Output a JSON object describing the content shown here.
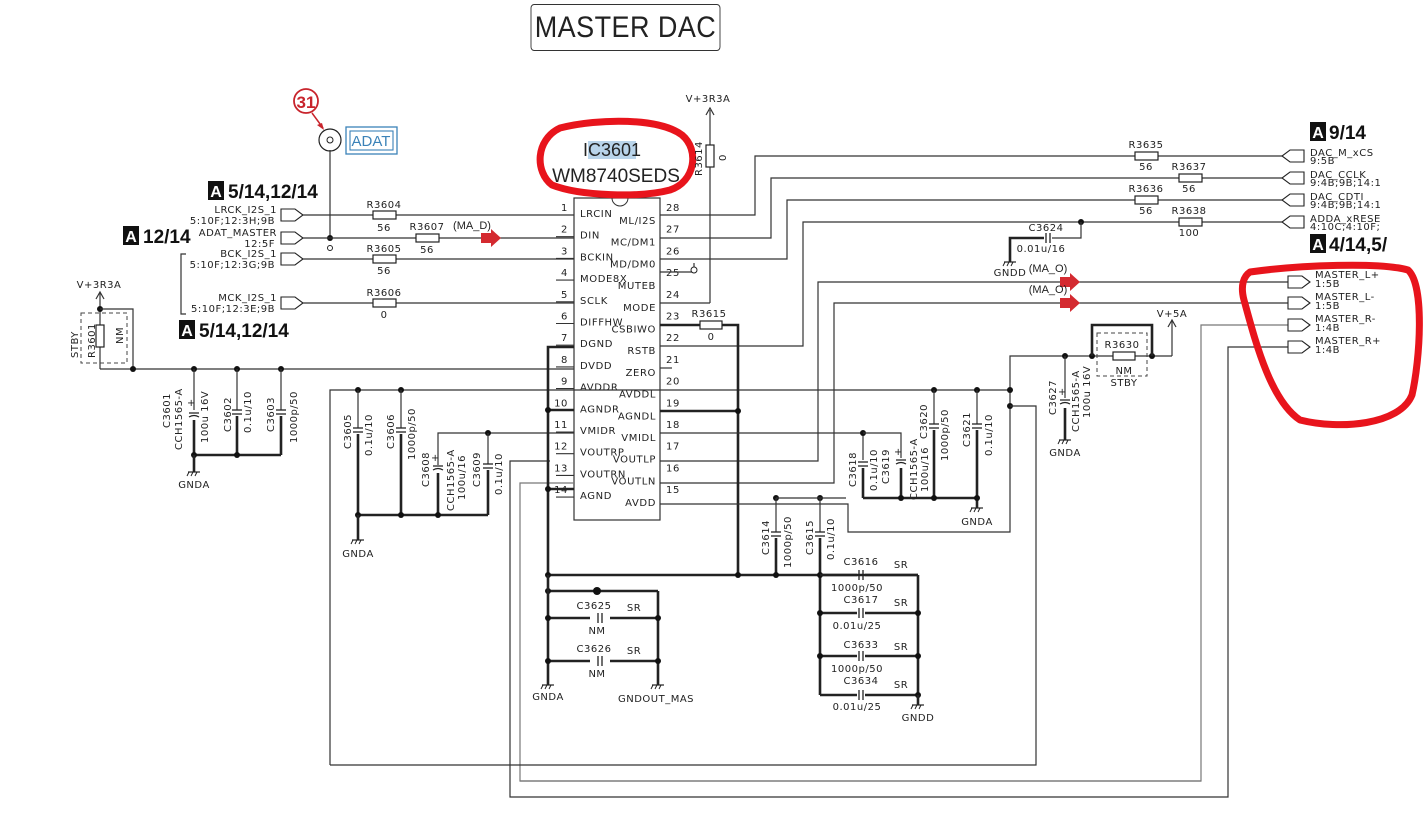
{
  "title": "MASTER DAC",
  "ic": {
    "ref": "IC3601",
    "part": "WM8740SEDS",
    "left_pins": [
      {
        "num": "1",
        "name": "LRCIN"
      },
      {
        "num": "2",
        "name": "DIN"
      },
      {
        "num": "3",
        "name": "BCKIN"
      },
      {
        "num": "4",
        "name": "MODE8X"
      },
      {
        "num": "5",
        "name": "SCLK"
      },
      {
        "num": "6",
        "name": "DIFFHW"
      },
      {
        "num": "7",
        "name": "DGND"
      },
      {
        "num": "8",
        "name": "DVDD"
      },
      {
        "num": "9",
        "name": "AVDDR"
      },
      {
        "num": "10",
        "name": "AGNDR"
      },
      {
        "num": "11",
        "name": "VMIDR"
      },
      {
        "num": "12",
        "name": "VOUTRP"
      },
      {
        "num": "13",
        "name": "VOUTRN"
      },
      {
        "num": "14",
        "name": "AGND"
      }
    ],
    "right_pins": [
      {
        "num": "28",
        "name": "ML/I2S"
      },
      {
        "num": "27",
        "name": "MC/DM1"
      },
      {
        "num": "26",
        "name": "MD/DM0"
      },
      {
        "num": "25",
        "name": "MUTEB"
      },
      {
        "num": "24",
        "name": "MODE"
      },
      {
        "num": "23",
        "name": "CSBIWO"
      },
      {
        "num": "22",
        "name": "RSTB"
      },
      {
        "num": "21",
        "name": "ZERO"
      },
      {
        "num": "20",
        "name": "AVDDL"
      },
      {
        "num": "19",
        "name": "AGNDL"
      },
      {
        "num": "18",
        "name": "VMIDL"
      },
      {
        "num": "17",
        "name": "VOUTLP"
      },
      {
        "num": "16",
        "name": "VOUTLN"
      },
      {
        "num": "15",
        "name": "AVDD"
      }
    ]
  },
  "annotation": {
    "callout_number": "31",
    "adat_label": "ADAT"
  },
  "sheet_refs": {
    "left_top": "5/14,12/14",
    "left_mid": "12/14",
    "left_bottom": "5/14,12/14",
    "right_top": "9/14",
    "right_mid": "4/14,5/",
    "marker": "A"
  },
  "left_ports": [
    {
      "name": "LRCK_I2S_1",
      "ref": "5:10F;12:3H;9B"
    },
    {
      "name": "ADAT_MASTER",
      "ref": "12:5F"
    },
    {
      "name": "BCK_I2S_1",
      "ref": "5:10F;12:3G;9B"
    },
    {
      "name": "MCK_I2S_1",
      "ref": "5:10F;12:3E;9B"
    }
  ],
  "right_ports": [
    {
      "name": "DAC_M_xCS",
      "ref": "9:5B"
    },
    {
      "name": "DAC_CCLK",
      "ref": "9:4B;9B;14:1"
    },
    {
      "name": "DAC_CDTI",
      "ref": "9:4B;9B;14:1"
    },
    {
      "name": "ADDA_xRESE",
      "ref": "4:10C;4:10F;"
    }
  ],
  "output_ports": [
    {
      "name": "MASTER_L+",
      "ref": "1:5B"
    },
    {
      "name": "MASTER_L-",
      "ref": "1:5B"
    },
    {
      "name": "MASTER_R-",
      "ref": "1:4B"
    },
    {
      "name": "MASTER_R+",
      "ref": "1:4B"
    }
  ],
  "signal_tags": {
    "ma_d": "(MA_D)",
    "ma_o1": "(MA_O)",
    "ma_o2": "(MA_O)"
  },
  "resistors": {
    "R3604": {
      "ref": "R3604",
      "value": "56"
    },
    "R3605": {
      "ref": "R3605",
      "value": "56"
    },
    "R3606": {
      "ref": "R3606",
      "value": "0"
    },
    "R3607": {
      "ref": "R3607",
      "value": "56"
    },
    "R3614": {
      "ref": "R3614",
      "value": "0"
    },
    "R3615": {
      "ref": "R3615",
      "value": "0"
    },
    "R3635": {
      "ref": "R3635",
      "value": "56"
    },
    "R3636": {
      "ref": "R3636",
      "value": "56"
    },
    "R3637": {
      "ref": "R3637",
      "value": "56"
    },
    "R3638": {
      "ref": "R3638",
      "value": "100"
    },
    "R3601": {
      "ref": "R3601",
      "value": "NM",
      "note": "STBY"
    },
    "R3630": {
      "ref": "R3630",
      "value": "NM",
      "note": "STBY"
    }
  },
  "capacitors": {
    "C3601": {
      "ref": "C3601",
      "part": "CCH1565-A",
      "value": "100u 16V"
    },
    "C3602": {
      "ref": "C3602",
      "value": "0.1u/10"
    },
    "C3603": {
      "ref": "C3603",
      "value": "1000p/50"
    },
    "C3605": {
      "ref": "C3605",
      "value": "0.1u/10"
    },
    "C3606": {
      "ref": "C3606",
      "value": "1000p/50"
    },
    "C3608": {
      "ref": "C3608",
      "part": "CCH1565-A",
      "value": "100u/16"
    },
    "C3609": {
      "ref": "C3609",
      "value": "0.1u/10"
    },
    "C3614": {
      "ref": "C3614",
      "value": "1000p/50"
    },
    "C3615": {
      "ref": "C3615",
      "value": "0.1u/10"
    },
    "C3616": {
      "ref": "C3616",
      "value": "1000p/50",
      "note": "SR"
    },
    "C3617": {
      "ref": "C3617",
      "value": "0.01u/25",
      "note": "SR"
    },
    "C3618": {
      "ref": "C3618",
      "value": "0.1u/10"
    },
    "C3619": {
      "ref": "C3619",
      "part": "CCH1565-A",
      "value": "100u/16"
    },
    "C3620": {
      "ref": "C3620",
      "value": "1000p/50"
    },
    "C3621": {
      "ref": "C3621",
      "value": "0.1u/10"
    },
    "C3624": {
      "ref": "C3624",
      "value": "0.01u/16"
    },
    "C3625": {
      "ref": "C3625",
      "value": "NM",
      "note": "SR"
    },
    "C3626": {
      "ref": "C3626",
      "value": "NM",
      "note": "SR"
    },
    "C3627": {
      "ref": "C3627",
      "part": "CCH1565-A",
      "value": "100u 16V"
    },
    "C3633": {
      "ref": "C3633",
      "value": "1000p/50",
      "note": "SR"
    },
    "C3634": {
      "ref": "C3634",
      "value": "0.01u/25",
      "note": "SR"
    }
  },
  "power": {
    "v3r3a": "V+3R3A",
    "v5a": "V+5A",
    "gnda": "GNDA",
    "gndd": "GNDD",
    "gndout": "GNDOUT_MAS"
  },
  "colors": {
    "highlight": "#e8141c",
    "arrow": "#d42a30",
    "callout": "#c8242c",
    "adat_blue": "#3b82b8",
    "selection": "#b9d4ea"
  }
}
